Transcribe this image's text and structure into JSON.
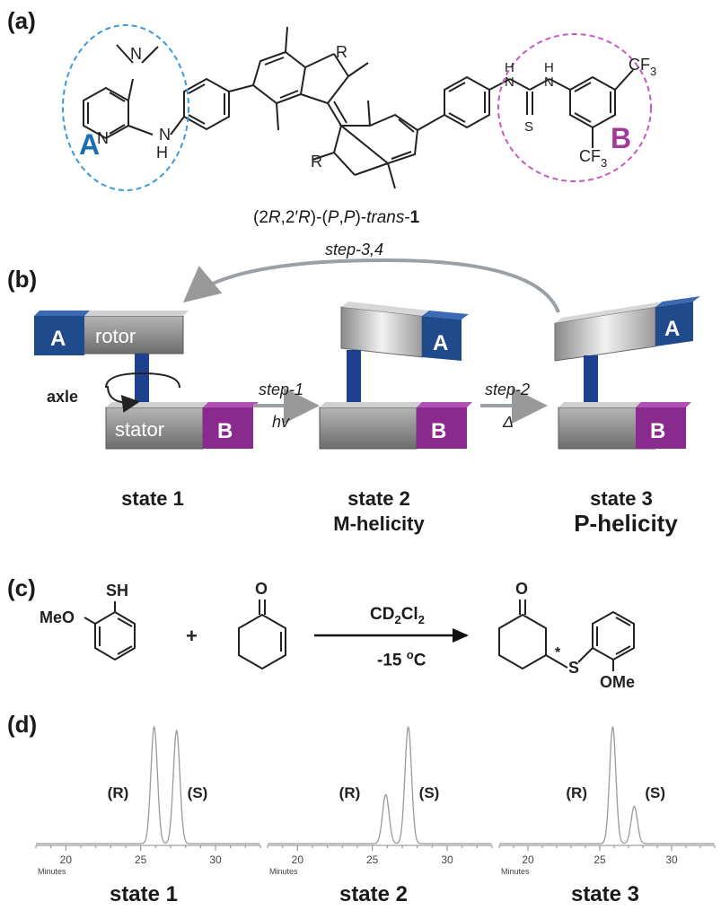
{
  "panels": {
    "a": "(a)",
    "b": "(b)",
    "c": "(c)",
    "d": "(d)"
  },
  "panel_a": {
    "label_A": "A",
    "label_B": "B",
    "atoms": {
      "N_top": "N",
      "N_ring": "N",
      "NH_N": "N",
      "NH_H": "H",
      "R_top": "R",
      "R_bottom": "R",
      "H1": "H",
      "N1": "N",
      "H2": "H",
      "N2": "N",
      "S": "S",
      "CF3_top": "CF",
      "CF3_bottom": "CF",
      "sub3": "3"
    },
    "compound_name": {
      "p1": "(2",
      "p2": "R",
      "p3": ",2′",
      "p4": "R",
      "p5": ")-(",
      "p6": "P",
      "p7": ",",
      "p8": "P",
      "p9": ")-",
      "p10": "trans",
      "p11": "-",
      "p12": "1"
    },
    "colors": {
      "A": "#1a6fb3",
      "B": "#a23a9c",
      "circle_A": "#3a9ad9",
      "circle_B": "#c45bc0"
    }
  },
  "panel_b": {
    "top_arrow_label": "step-3,4",
    "step1": "step-1",
    "hv": "hv",
    "step2": "step-2",
    "delta": "Δ",
    "rotor": "rotor",
    "stator": "stator",
    "axle": "axle",
    "A": "A",
    "B": "B",
    "states": [
      {
        "name": "state 1",
        "helicity": ""
      },
      {
        "name": "state 2",
        "helicity": "M-helicity"
      },
      {
        "name": "state 3",
        "helicity": "P-helicity"
      }
    ],
    "colors": {
      "A_block": "#1f4a8c",
      "B_block": "#8a2a8f",
      "axle": "#1f3f8f",
      "gray": "#7a7a7a"
    }
  },
  "panel_c": {
    "reagent1": {
      "SH": "SH",
      "MeO": "MeO"
    },
    "plus": "+",
    "reagent2": {
      "O": "O"
    },
    "conditions_top": {
      "main": "CD",
      "sub1": "2",
      "mid": "Cl",
      "sub2": "2"
    },
    "conditions_bottom": {
      "main": "-15 ",
      "sup": "o",
      "unit": "C"
    },
    "product": {
      "O": "O",
      "star": "*",
      "S": "S",
      "OMe": "OMe"
    }
  },
  "panel_d": {
    "chromatograms": [
      {
        "state": "state 1",
        "R_label": "(R)",
        "S_label": "(S)",
        "xticks": [
          "20",
          "25",
          "30"
        ],
        "xlabel": "Minutes"
      },
      {
        "state": "state 2",
        "R_label": "(R)",
        "S_label": "(S)",
        "xticks": [
          "20",
          "25",
          "30"
        ],
        "xlabel": "Minutes"
      },
      {
        "state": "state 3",
        "R_label": "(R)",
        "S_label": "(S)",
        "xticks": [
          "20",
          "25",
          "30"
        ],
        "xlabel": "Minutes"
      }
    ]
  },
  "chart_data": [
    {
      "type": "line",
      "title": "state 1",
      "xlabel": "Minutes",
      "xlim": [
        18,
        33
      ],
      "series": [
        {
          "name": "(R)",
          "peak_x": 25.9,
          "peak_height": 1.0
        },
        {
          "name": "(S)",
          "peak_x": 27.4,
          "peak_height": 0.97
        }
      ]
    },
    {
      "type": "line",
      "title": "state 2",
      "xlabel": "Minutes",
      "xlim": [
        18,
        33
      ],
      "series": [
        {
          "name": "(R)",
          "peak_x": 25.9,
          "peak_height": 0.42
        },
        {
          "name": "(S)",
          "peak_x": 27.4,
          "peak_height": 1.0
        }
      ]
    },
    {
      "type": "line",
      "title": "state 3",
      "xlabel": "Minutes",
      "xlim": [
        18,
        33
      ],
      "series": [
        {
          "name": "(R)",
          "peak_x": 25.9,
          "peak_height": 1.0
        },
        {
          "name": "(S)",
          "peak_x": 27.4,
          "peak_height": 0.32
        }
      ]
    }
  ]
}
